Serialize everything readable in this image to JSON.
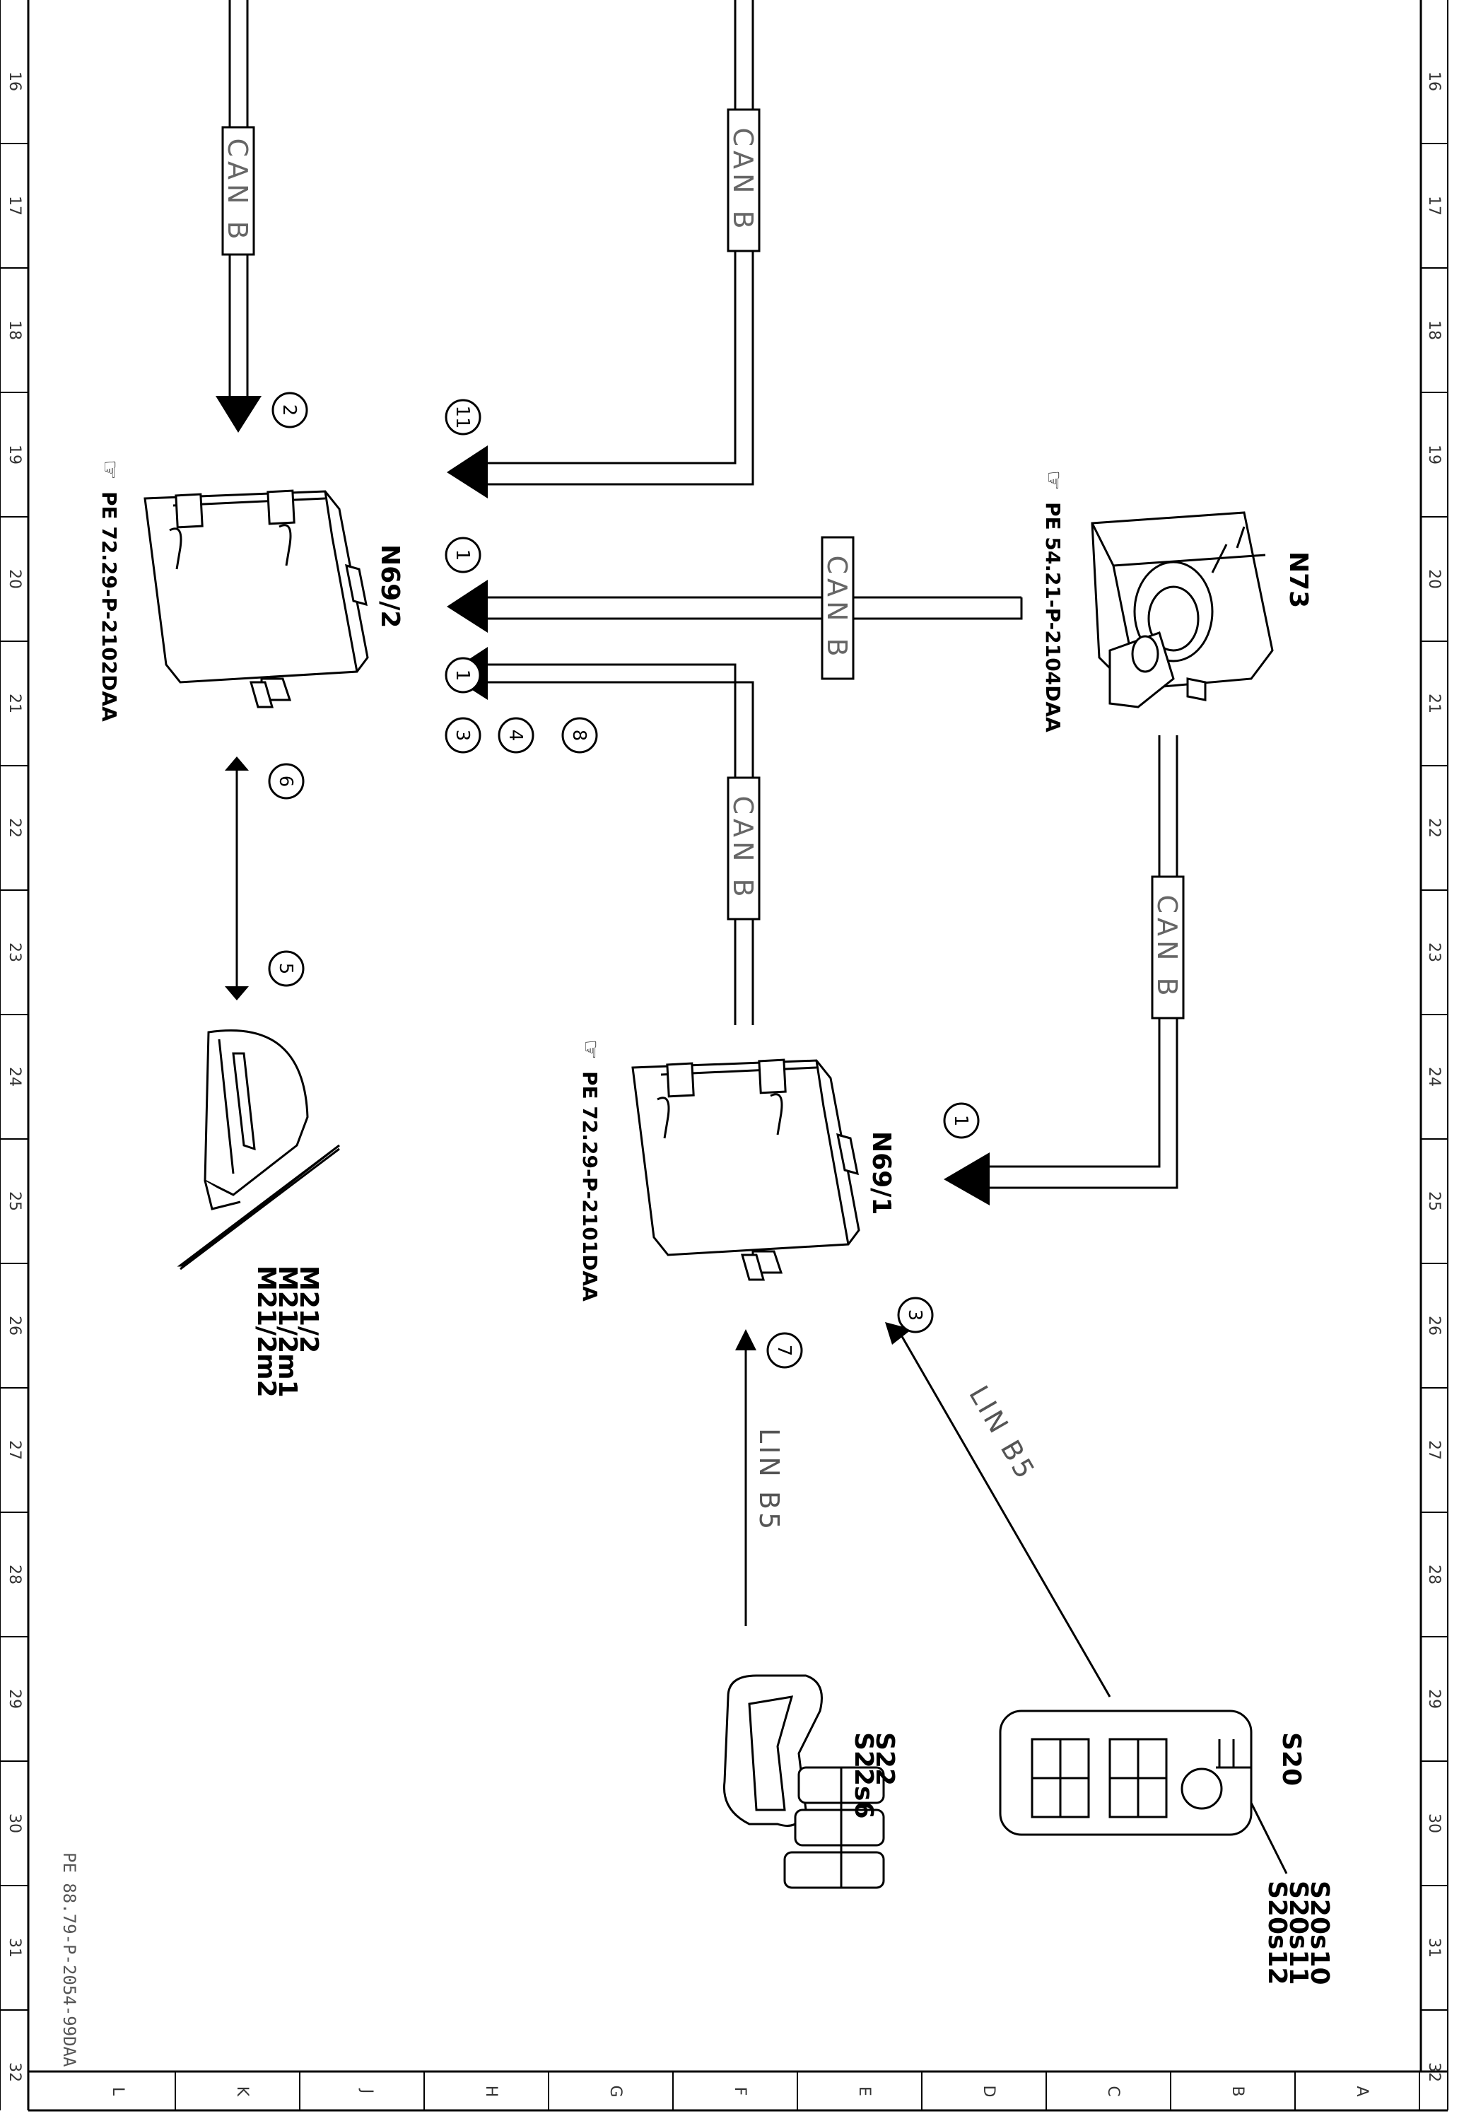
{
  "document_code": "PE 88.79-P-2054-99DAA",
  "border": {
    "row_numbers": [
      "16",
      "17",
      "18",
      "19",
      "20",
      "21",
      "22",
      "23",
      "24",
      "25",
      "26",
      "27",
      "28",
      "29",
      "30",
      "31",
      "32"
    ],
    "column_letters": [
      "L",
      "K",
      "J",
      "H",
      "G",
      "F",
      "E",
      "D",
      "C",
      "B",
      "A"
    ]
  },
  "bus_labels": {
    "can_b": "CAN B",
    "lin_b5": "LIN B5"
  },
  "components": {
    "n73": {
      "label": "N73",
      "ref": "PE 54.21-P-2104DAA"
    },
    "n69_2": {
      "label": "N69/2",
      "ref": "PE 72.29-P-2102DAA"
    },
    "n69_1": {
      "label": "N69/1",
      "ref": "PE 72.29-P-2101DAA"
    },
    "mirror": {
      "labels": [
        "M21/2",
        "M21/2m1",
        "M21/2m2"
      ]
    },
    "s20": {
      "label": "S20",
      "sublabels": [
        "S20s10",
        "S20s11",
        "S20s12"
      ]
    },
    "s22": {
      "labels": [
        "S22",
        "S22s6"
      ]
    }
  },
  "signals": [
    "1",
    "2",
    "11",
    "1",
    "3",
    "4",
    "8",
    "6",
    "5",
    "1",
    "3",
    "7"
  ]
}
